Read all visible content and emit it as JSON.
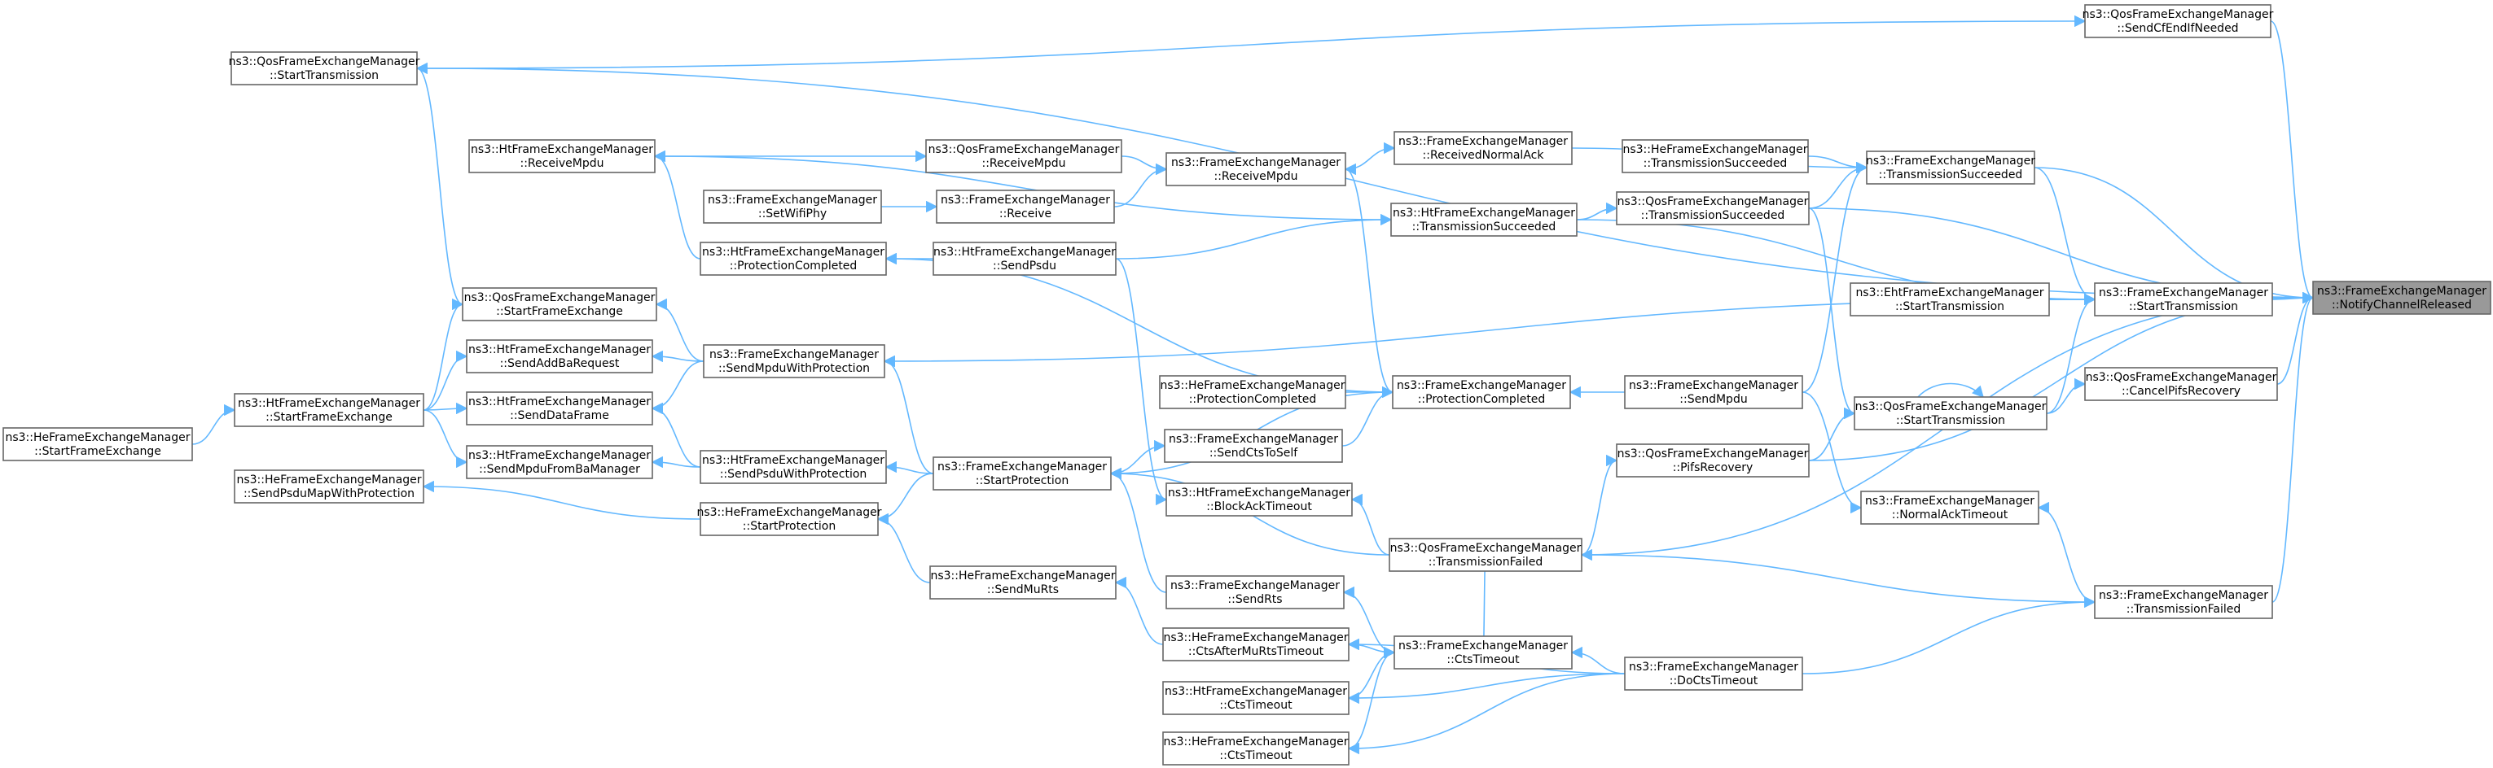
{
  "graph": {
    "title": "",
    "colors": {
      "edge": "#63b8ff",
      "node_border": "#666666",
      "node_fill": "#ffffff",
      "root_fill": "#999999"
    },
    "root": "notify",
    "nodes": {
      "notify": [
        "ns3::FrameExchangeManager",
        "::NotifyChannelReleased"
      ],
      "qos_sendcfend": [
        "ns3::QosFrameExchangeManager",
        "::SendCfEndIfNeeded"
      ],
      "qos_starttx": [
        "ns3::QosFrameExchangeManager",
        "::StartTransmission"
      ],
      "ht_receivempdu": [
        "ns3::HtFrameExchangeManager",
        "::ReceiveMpdu"
      ],
      "qos_receivempdu": [
        "ns3::QosFrameExchangeManager",
        "::ReceiveMpdu"
      ],
      "fem_receivempdu": [
        "ns3::FrameExchangeManager",
        "::ReceiveMpdu"
      ],
      "fem_recvnormalack": [
        "ns3::FrameExchangeManager",
        "::ReceivedNormalAck"
      ],
      "he_txsucc": [
        "ns3::HeFrameExchangeManager",
        "::TransmissionSucceeded"
      ],
      "fem_txsucc": [
        "ns3::FrameExchangeManager",
        "::TransmissionSucceeded"
      ],
      "fem_setwifiphy": [
        "ns3::FrameExchangeManager",
        "::SetWifiPhy"
      ],
      "fem_receive": [
        "ns3::FrameExchangeManager",
        "::Receive"
      ],
      "ht_txsucc": [
        "ns3::HtFrameExchangeManager",
        "::TransmissionSucceeded"
      ],
      "qos_txsucc": [
        "ns3::QosFrameExchangeManager",
        "::TransmissionSucceeded"
      ],
      "ht_protcompl": [
        "ns3::HtFrameExchangeManager",
        "::ProtectionCompleted"
      ],
      "ht_sendpsdu": [
        "ns3::HtFrameExchangeManager",
        "::SendPsdu"
      ],
      "eht_starttx": [
        "ns3::EhtFrameExchangeManager",
        "::StartTransmission"
      ],
      "fem_starttx": [
        "ns3::FrameExchangeManager",
        "::StartTransmission"
      ],
      "qos_startfe": [
        "ns3::QosFrameExchangeManager",
        "::StartFrameExchange"
      ],
      "ht_sendaddba": [
        "ns3::HtFrameExchangeManager",
        "::SendAddBaRequest"
      ],
      "fem_sendmpduwp": [
        "ns3::FrameExchangeManager",
        "::SendMpduWithProtection"
      ],
      "he_protcompl": [
        "ns3::HeFrameExchangeManager",
        "::ProtectionCompleted"
      ],
      "fem_protcompl": [
        "ns3::FrameExchangeManager",
        "::ProtectionCompleted"
      ],
      "fem_sendmpdu": [
        "ns3::FrameExchangeManager",
        "::SendMpdu"
      ],
      "qos_cancelpifs": [
        "ns3::QosFrameExchangeManager",
        "::CancelPifsRecovery"
      ],
      "ht_startfe": [
        "ns3::HtFrameExchangeManager",
        "::StartFrameExchange"
      ],
      "ht_senddata": [
        "ns3::HtFrameExchangeManager",
        "::SendDataFrame"
      ],
      "fem_sendctstoself": [
        "ns3::FrameExchangeManager",
        "::SendCtsToSelf"
      ],
      "qos_starttx2": [
        "ns3::QosFrameExchangeManager",
        "::StartTransmission"
      ],
      "he_startfe": [
        "ns3::HeFrameExchangeManager",
        "::StartFrameExchange"
      ],
      "ht_sendmpdufromba": [
        "ns3::HtFrameExchangeManager",
        "::SendMpduFromBaManager"
      ],
      "ht_sendpsduwp": [
        "ns3::HtFrameExchangeManager",
        "::SendPsduWithProtection"
      ],
      "fem_startprot": [
        "ns3::FrameExchangeManager",
        "::StartProtection"
      ],
      "qos_pifs": [
        "ns3::QosFrameExchangeManager",
        "::PifsRecovery"
      ],
      "he_sendpsdumapwp": [
        "ns3::HeFrameExchangeManager",
        "::SendPsduMapWithProtection"
      ],
      "ht_blockacktimeout": [
        "ns3::HtFrameExchangeManager",
        "::BlockAckTimeout"
      ],
      "fem_normalacktimeout": [
        "ns3::FrameExchangeManager",
        "::NormalAckTimeout"
      ],
      "he_startprot": [
        "ns3::HeFrameExchangeManager",
        "::StartProtection"
      ],
      "qos_txfailed": [
        "ns3::QosFrameExchangeManager",
        "::TransmissionFailed"
      ],
      "he_sendmurts": [
        "ns3::HeFrameExchangeManager",
        "::SendMuRts"
      ],
      "fem_sendrts": [
        "ns3::FrameExchangeManager",
        "::SendRts"
      ],
      "fem_txfailed": [
        "ns3::FrameExchangeManager",
        "::TransmissionFailed"
      ],
      "he_ctsaftermurts": [
        "ns3::HeFrameExchangeManager",
        "::CtsAfterMuRtsTimeout"
      ],
      "fem_ctstimeout": [
        "ns3::FrameExchangeManager",
        "::CtsTimeout"
      ],
      "ht_ctstimeout": [
        "ns3::HtFrameExchangeManager",
        "::CtsTimeout"
      ],
      "fem_doctstimeout": [
        "ns3::FrameExchangeManager",
        "::DoCtsTimeout"
      ],
      "he_ctstimeout": [
        "ns3::HeFrameExchangeManager",
        "::CtsTimeout"
      ]
    },
    "edges": [
      [
        "qos_sendcfend",
        "notify"
      ],
      [
        "qos_starttx",
        "notify"
      ],
      [
        "qos_starttx",
        "qos_sendcfend"
      ],
      [
        "qos_startfe",
        "qos_starttx"
      ],
      [
        "ht_protcompl",
        "ht_receivempdu"
      ],
      [
        "ht_receivempdu",
        "qos_receivempdu"
      ],
      [
        "qos_receivempdu",
        "fem_receivempdu"
      ],
      [
        "fem_receive",
        "fem_receivempdu"
      ],
      [
        "fem_setwifiphy",
        "fem_receive"
      ],
      [
        "fem_receivempdu",
        "fem_recvnormalack"
      ],
      [
        "fem_recvnormalack",
        "fem_txsucc"
      ],
      [
        "he_txsucc",
        "fem_txsucc"
      ],
      [
        "qos_txsucc",
        "fem_txsucc"
      ],
      [
        "ht_txsucc",
        "ht_receivempdu"
      ],
      [
        "ht_txsucc",
        "qos_txsucc"
      ],
      [
        "fem_txsucc",
        "notify"
      ],
      [
        "fem_txsucc",
        "fem_starttx"
      ],
      [
        "fem_sendmpdu",
        "fem_txsucc"
      ],
      [
        "qos_txsucc",
        "notify"
      ],
      [
        "qos_txsucc",
        "qos_starttx2"
      ],
      [
        "ht_sendpsdu",
        "ht_txsucc"
      ],
      [
        "ht_sendpsdu",
        "ht_protcompl"
      ],
      [
        "ht_sendpsdu",
        "ht_blockacktimeout"
      ],
      [
        "ht_txsucc",
        "fem_starttx"
      ],
      [
        "eht_starttx",
        "fem_starttx"
      ],
      [
        "fem_starttx",
        "notify"
      ],
      [
        "fem_starttx",
        "fem_sendmpduwp"
      ],
      [
        "qos_starttx2",
        "fem_starttx"
      ],
      [
        "qos_starttx2",
        "qos_starttx2"
      ],
      [
        "qos_starttx2",
        "qos_cancelpifs"
      ],
      [
        "qos_cancelpifs",
        "notify"
      ],
      [
        "qos_pifs",
        "notify"
      ],
      [
        "qos_txfailed",
        "notify"
      ],
      [
        "fem_txfailed",
        "notify"
      ],
      [
        "fem_protcompl",
        "fem_receivempdu"
      ],
      [
        "fem_protcompl",
        "ht_protcompl"
      ],
      [
        "he_protcompl",
        "fem_protcompl"
      ],
      [
        "fem_sendctstoself",
        "fem_protcompl"
      ],
      [
        "fem_protcompl",
        "fem_startprot"
      ],
      [
        "fem_sendmpdu",
        "fem_protcompl"
      ],
      [
        "fem_sendmpdu",
        "fem_normalacktimeout"
      ],
      [
        "fem_sendmpduwp",
        "qos_startfe"
      ],
      [
        "fem_sendmpduwp",
        "ht_sendaddba"
      ],
      [
        "fem_sendmpduwp",
        "ht_senddata"
      ],
      [
        "fem_startprot",
        "fem_sendmpduwp"
      ],
      [
        "ht_startfe",
        "qos_startfe"
      ],
      [
        "ht_startfe",
        "ht_sendaddba"
      ],
      [
        "ht_startfe",
        "ht_senddata"
      ],
      [
        "ht_startfe",
        "ht_sendmpdufromba"
      ],
      [
        "he_startfe",
        "ht_startfe"
      ],
      [
        "ht_sendpsduwp",
        "ht_senddata"
      ],
      [
        "ht_sendpsduwp",
        "ht_sendmpdufromba"
      ],
      [
        "fem_startprot",
        "ht_sendpsduwp"
      ],
      [
        "he_startprot",
        "he_sendpsdumapwp"
      ],
      [
        "fem_startprot",
        "he_startprot"
      ],
      [
        "fem_startprot",
        "fem_sendctstoself"
      ],
      [
        "fem_sendrts",
        "fem_startprot"
      ],
      [
        "qos_txfailed",
        "fem_startprot"
      ],
      [
        "he_sendmurts",
        "he_startprot"
      ],
      [
        "he_ctsaftermurts",
        "he_sendmurts"
      ],
      [
        "qos_txfailed",
        "ht_blockacktimeout"
      ],
      [
        "qos_txfailed",
        "qos_pifs"
      ],
      [
        "qos_pifs",
        "qos_starttx2"
      ],
      [
        "fem_txfailed",
        "qos_txfailed"
      ],
      [
        "fem_txfailed",
        "fem_normalacktimeout"
      ],
      [
        "fem_ctstimeout",
        "fem_sendrts"
      ],
      [
        "fem_ctstimeout",
        "qos_txfailed"
      ],
      [
        "fem_ctstimeout",
        "he_ctsaftermurts"
      ],
      [
        "ht_ctstimeout",
        "fem_ctstimeout"
      ],
      [
        "he_ctstimeout",
        "fem_ctstimeout"
      ],
      [
        "fem_doctstimeout",
        "fem_ctstimeout"
      ],
      [
        "fem_doctstimeout",
        "fem_txfailed"
      ],
      [
        "fem_doctstimeout",
        "he_ctsaftermurts"
      ],
      [
        "fem_doctstimeout",
        "ht_ctstimeout"
      ],
      [
        "fem_doctstimeout",
        "he_ctstimeout"
      ]
    ]
  }
}
